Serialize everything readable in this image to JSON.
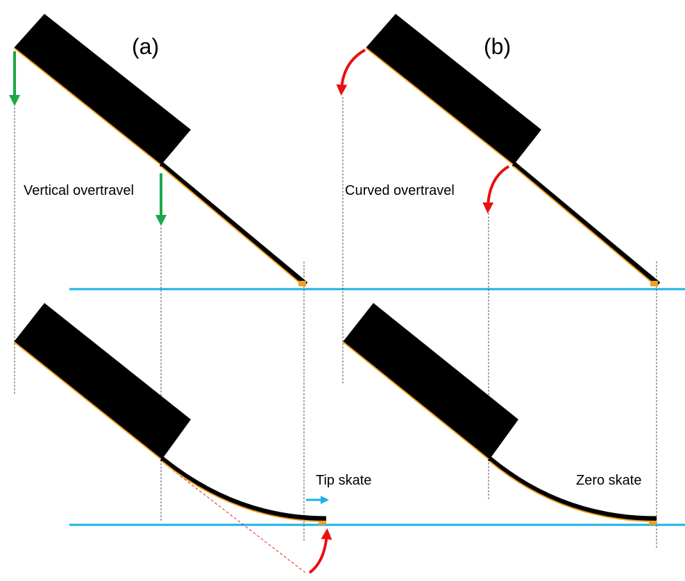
{
  "panels": {
    "a": {
      "label": "(a)"
    },
    "b": {
      "label": "(b)"
    }
  },
  "annotations": {
    "vertical_overtravel": "Vertical overtravel",
    "curved_overtravel": "Curved overtravel",
    "tip_skate": "Tip skate",
    "zero_skate": "Zero skate"
  },
  "colors": {
    "probe_body": "#000000",
    "probe_edge": "#f0a020",
    "surface_line": "#1ab0e8",
    "vertical_arrow": "#1aa84a",
    "curved_arrow": "#e81010",
    "skate_arrow": "#1ab0e8",
    "guide_line": "#555555",
    "tangent_line": "#e82020"
  },
  "icons": {
    "vertical_arrow": "arrow-down-icon",
    "curved_arrow": "curved-arrow-icon",
    "skate_arrow": "arrow-right-icon"
  }
}
